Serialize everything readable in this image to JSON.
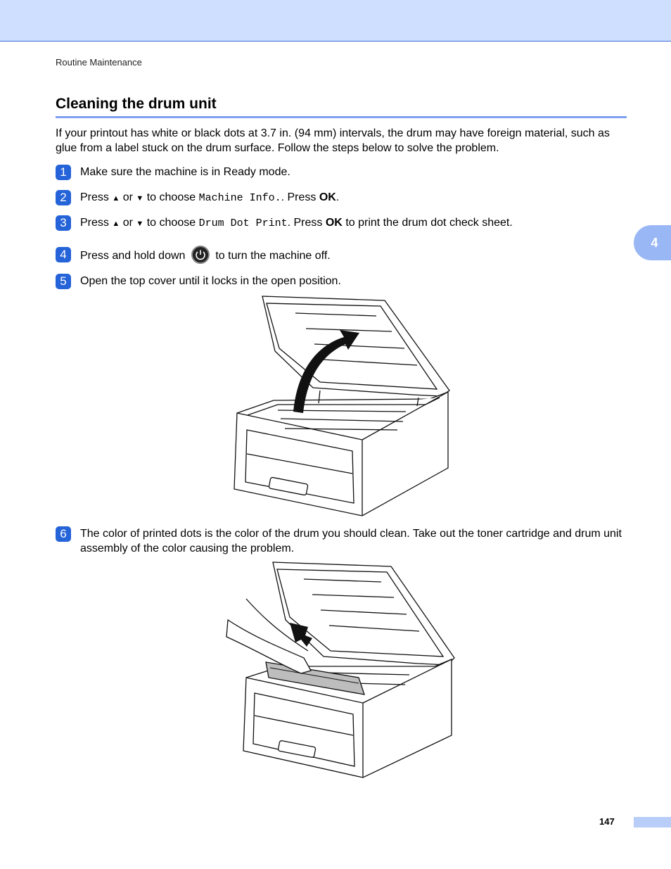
{
  "header": {
    "running_head": "Routine Maintenance"
  },
  "chapter_tab": "4",
  "section": {
    "title": "Cleaning the drum unit",
    "intro": "If your printout has white or black dots at 3.7 in. (94 mm) intervals, the drum may have foreign material, such as glue from a label stuck on the drum surface. Follow the steps below to solve the problem."
  },
  "steps": [
    {
      "num": "1",
      "text": "Make sure the machine is in Ready mode."
    },
    {
      "num": "2",
      "press": "Press",
      "up": "▲",
      "or": "or",
      "down": "▼",
      "to_choose": "to choose",
      "menu": "Machine Info.",
      "after_menu": ". Press",
      "ok": "OK",
      "end": "."
    },
    {
      "num": "3",
      "press": "Press",
      "up": "▲",
      "or": "or",
      "down": "▼",
      "to_choose": "to choose",
      "menu": "Drum Dot Print",
      "after_menu": ". Press",
      "ok": "OK",
      "end": "to print the drum dot check sheet."
    },
    {
      "num": "4",
      "before": "Press and hold down",
      "after": "to turn the machine off."
    },
    {
      "num": "5",
      "text": "Open the top cover until it locks in the open position."
    },
    {
      "num": "6",
      "text": "The color of printed dots is the color of the drum you should clean. Take out the toner cartridge and drum unit assembly of the color causing the problem."
    }
  ],
  "icons": {
    "power": "power-icon",
    "lift_arrow": "arrow-up-icon"
  },
  "colors": {
    "step_badge": "#2563d8",
    "header_band": "#cfdfff",
    "rule": "#7f9ff0",
    "tab": "#9ab7f5"
  },
  "footer": {
    "page_number": "147"
  }
}
